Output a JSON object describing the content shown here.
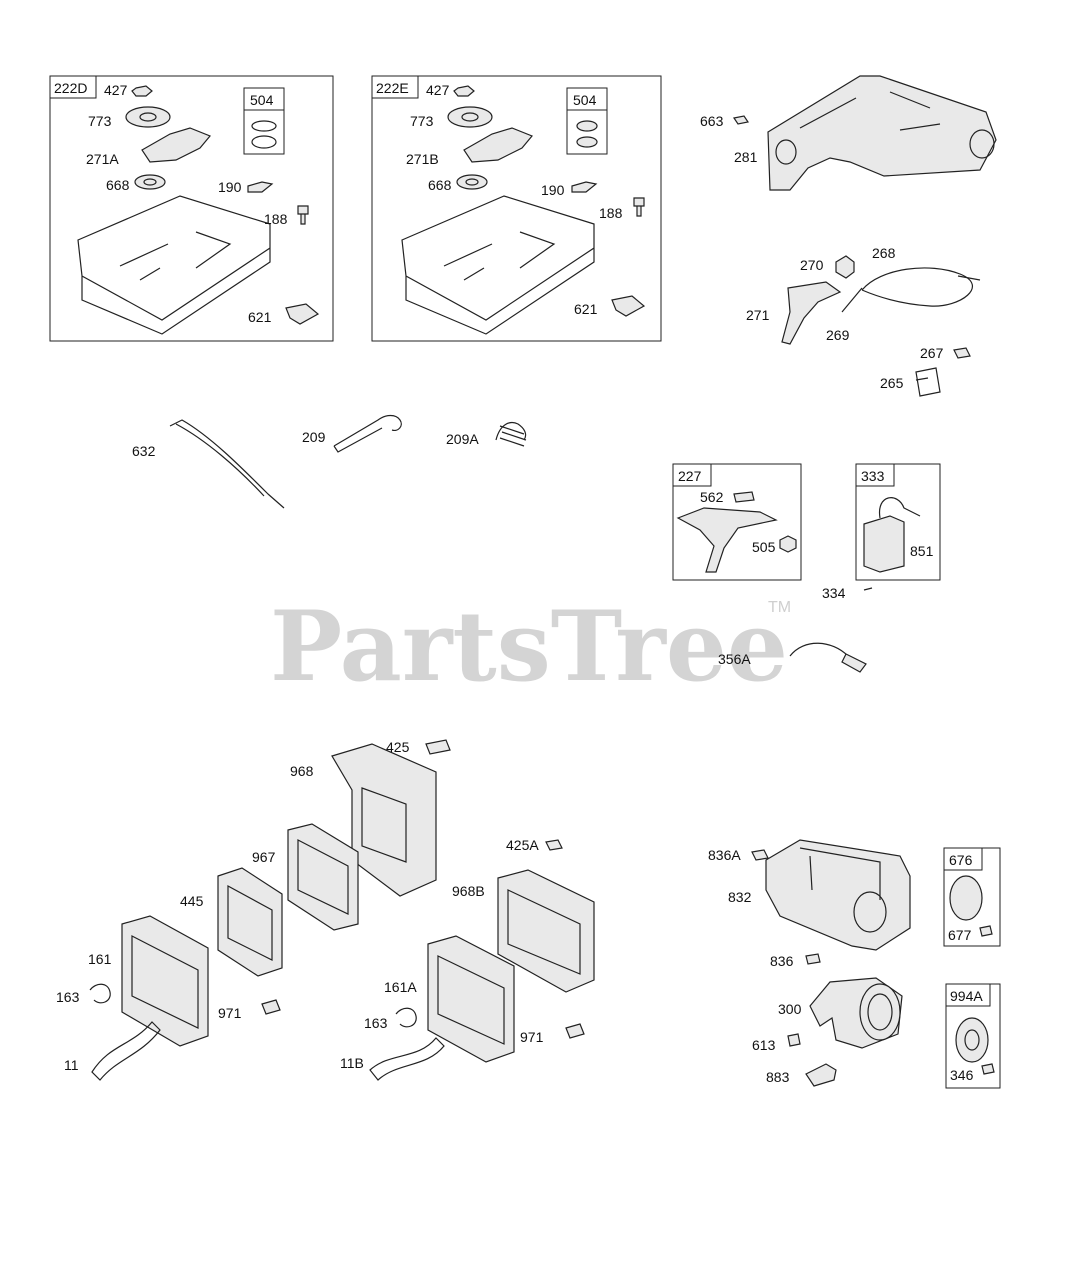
{
  "watermark": {
    "brand": "PartsTree",
    "trademark": "TM"
  },
  "kits": [
    {
      "name": "kit-222D",
      "tag": "222D",
      "labels": [
        "427",
        "773",
        "271A",
        "668",
        "190",
        "188",
        "621"
      ],
      "subkit": {
        "tag": "504"
      }
    },
    {
      "name": "kit-222E",
      "tag": "222E",
      "labels": [
        "427",
        "773",
        "271B",
        "668",
        "190",
        "188",
        "621"
      ],
      "subkit": {
        "tag": "504"
      }
    },
    {
      "name": "kit-227",
      "tag": "227",
      "labels": [
        "562",
        "505"
      ]
    },
    {
      "name": "kit-333",
      "tag": "333",
      "labels": [
        "851"
      ]
    },
    {
      "name": "kit-676",
      "tag": "676",
      "labels": [
        "677"
      ]
    },
    {
      "name": "kit-994A",
      "tag": "994A",
      "labels": [
        "346"
      ]
    }
  ],
  "labels": {
    "l663": "663",
    "l281": "281",
    "l270": "270",
    "l268": "268",
    "l271": "271",
    "l269": "269",
    "l267": "267",
    "l265": "265",
    "l632": "632",
    "l209": "209",
    "l209A": "209A",
    "l334": "334",
    "l356A": "356A",
    "l425": "425",
    "l968": "968",
    "l967": "967",
    "l445": "445",
    "l425A": "425A",
    "l968B": "968B",
    "l161": "161",
    "l163a": "163",
    "l971a": "971",
    "l11": "11",
    "l161A": "161A",
    "l163b": "163",
    "l971b": "971",
    "l11B": "11B",
    "l836A": "836A",
    "l832": "832",
    "l836": "836",
    "l300": "300",
    "l613": "613",
    "l883": "883"
  }
}
